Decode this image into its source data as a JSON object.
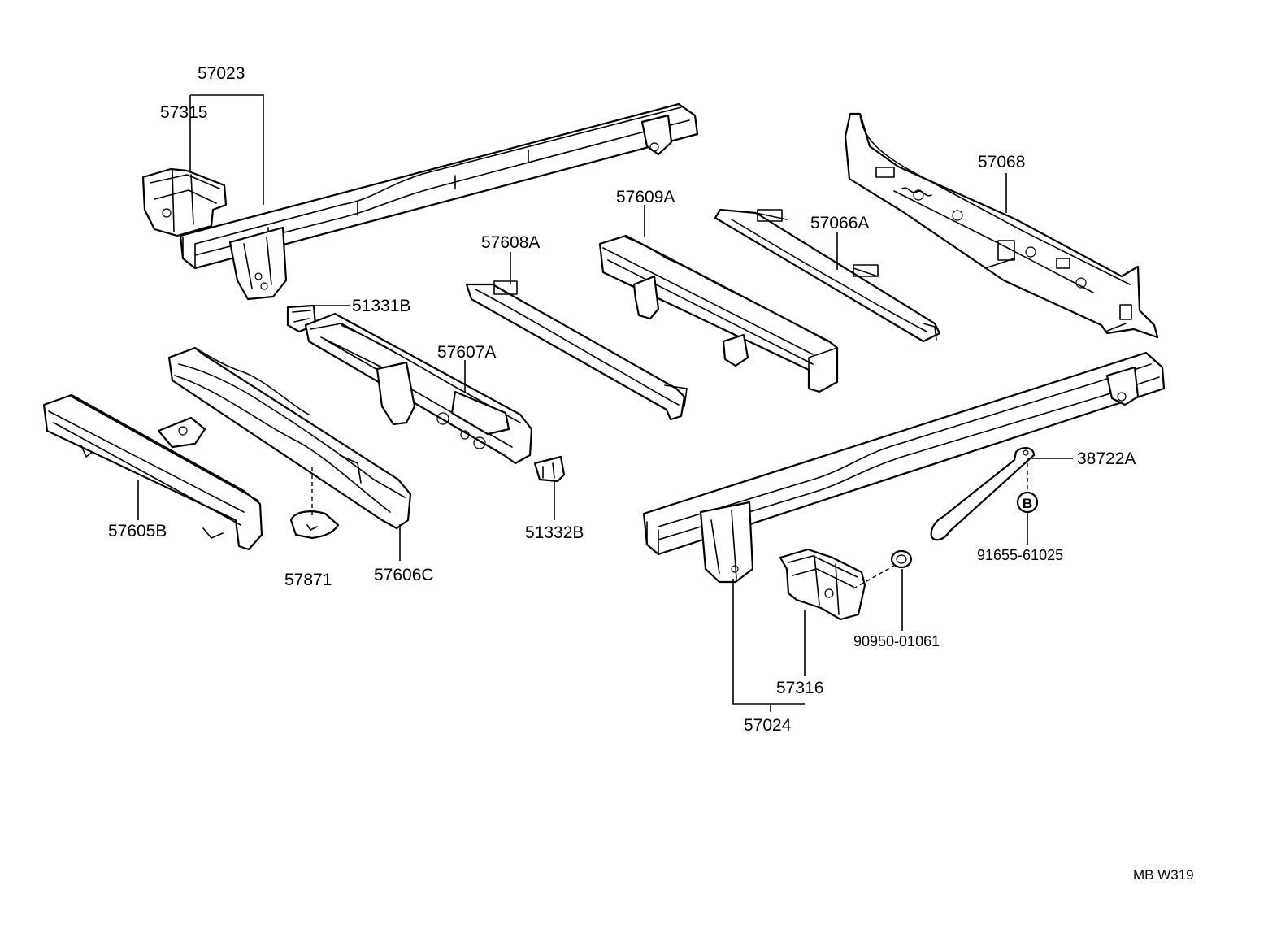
{
  "labels": {
    "l57023": "57023",
    "l57315": "57315",
    "l57068": "57068",
    "l57609A": "57609A",
    "l57066A": "57066A",
    "l57608A": "57608A",
    "l51331B": "51331B",
    "l57607A": "57607A",
    "l57605B": "57605B",
    "l57871": "57871",
    "l57606C": "57606C",
    "l51332B": "51332B",
    "l38722A": "38722A",
    "l91655": "91655-61025",
    "l90950": "90950-01061",
    "l57316": "57316",
    "l57024": "57024",
    "callout_b": "B"
  },
  "footer": {
    "code": "MB  W319"
  }
}
